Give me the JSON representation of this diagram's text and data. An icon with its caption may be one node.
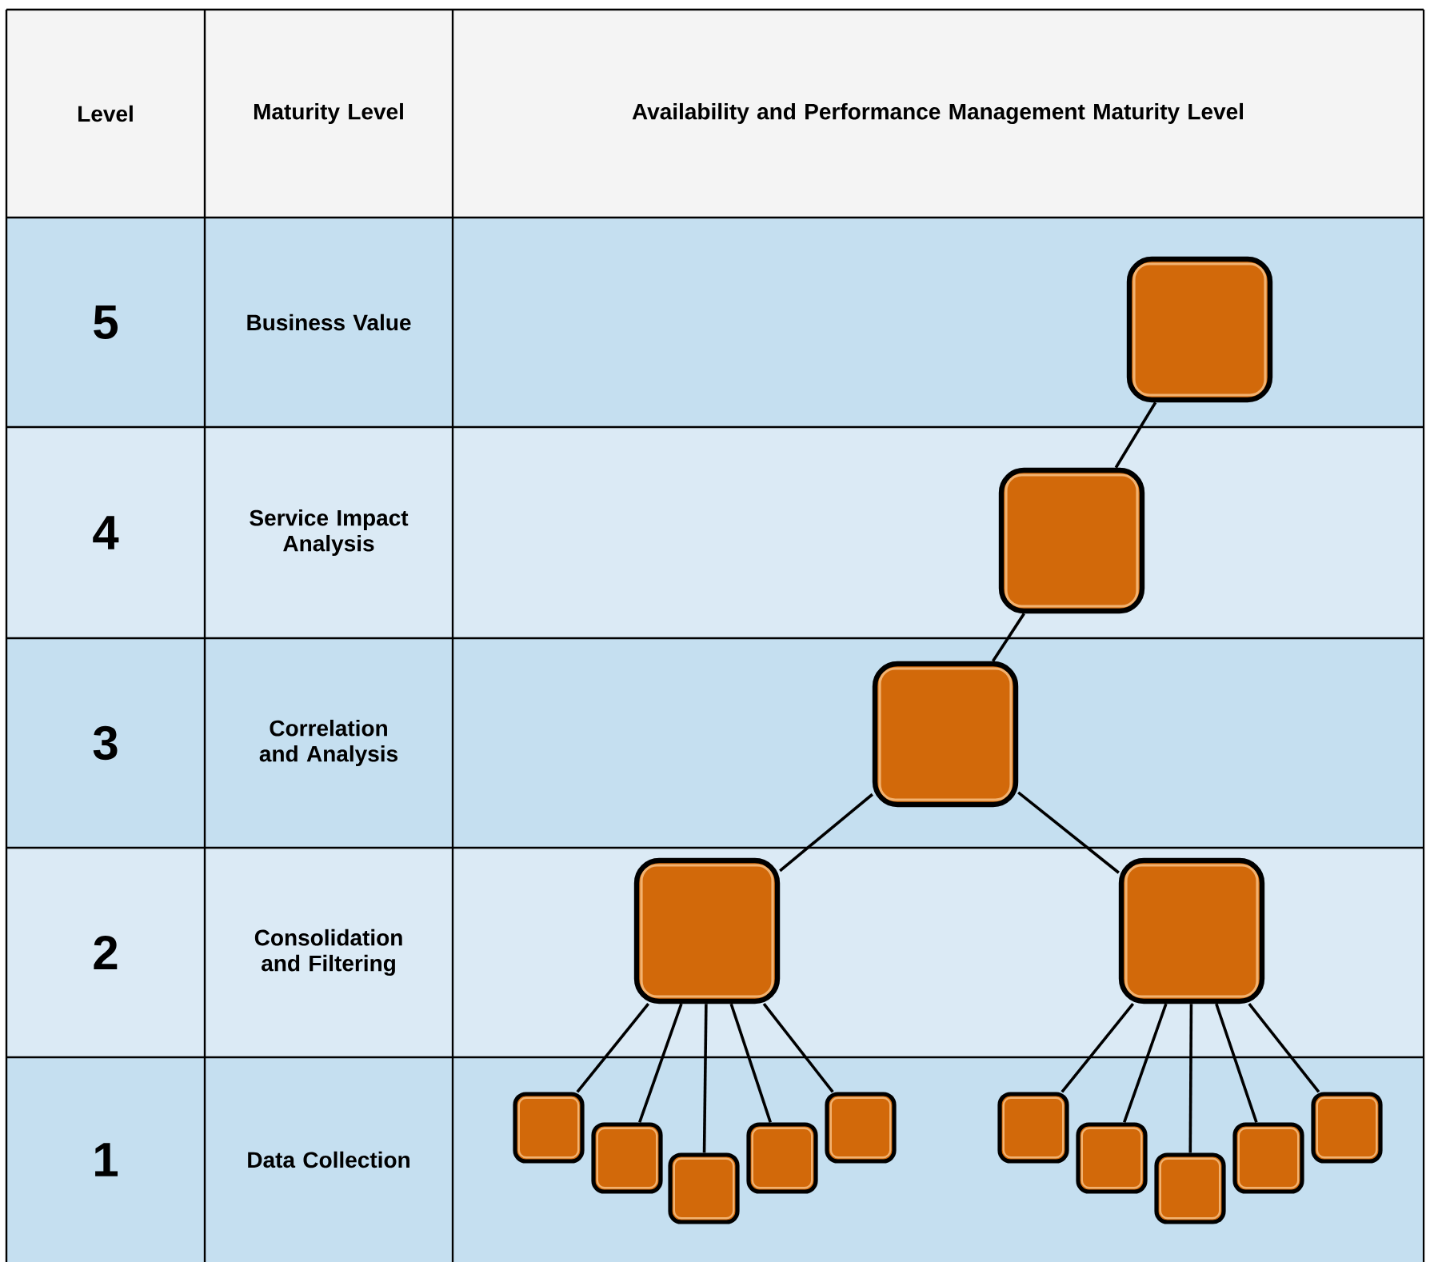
{
  "diagram": {
    "nodes": [
      {
        "text": [],
        "shape": "box"
      },
      {
        "text": [],
        "shape": "box"
      },
      {
        "text": [],
        "shape": "box"
      },
      {
        "text": [],
        "shape": "box"
      },
      {
        "text": [],
        "shape": "box"
      },
      {
        "text": [],
        "shape": "box"
      },
      {
        "text": [],
        "shape": "box"
      },
      {
        "text": [],
        "shape": "box"
      },
      {
        "text": [],
        "shape": "box"
      },
      {
        "text": [],
        "shape": "box"
      },
      {
        "text": [],
        "shape": "box"
      },
      {
        "text": [],
        "shape": "box"
      },
      {
        "text": [],
        "shape": "box"
      },
      {
        "text": [],
        "shape": "box"
      },
      {
        "text": [],
        "shape": "box"
      }
    ],
    "edges": [
      {
        "from": 0,
        "to": 1,
        "arrow": "none"
      },
      {
        "from": 1,
        "to": 2,
        "arrow": "none"
      },
      {
        "from": 2,
        "to": 3,
        "arrow": "none"
      },
      {
        "from": 2,
        "to": 4,
        "arrow": "none"
      },
      {
        "from": 3,
        "to": 5,
        "arrow": "none"
      },
      {
        "from": 3,
        "to": 6,
        "arrow": "none"
      },
      {
        "from": 3,
        "to": 7,
        "arrow": "none"
      },
      {
        "from": 3,
        "to": 8,
        "arrow": "none"
      },
      {
        "from": 3,
        "to": 9,
        "arrow": "none"
      },
      {
        "from": 4,
        "to": 10,
        "arrow": "none"
      },
      {
        "from": 4,
        "to": 11,
        "arrow": "none"
      },
      {
        "from": 4,
        "to": 12,
        "arrow": "none"
      },
      {
        "from": 4,
        "to": 13,
        "arrow": "none"
      },
      {
        "from": 4,
        "to": 14,
        "arrow": "none"
      }
    ],
    "labels": [
      "Level",
      "Maturity Level",
      "Availability and Performance Management Maturity Level",
      "5",
      "Business Value",
      "4",
      "Service Impact Analysis",
      "3",
      "Correlation and Analysis",
      "2",
      "Consolidation and Filtering",
      "1",
      "Data Collection"
    ]
  }
}
